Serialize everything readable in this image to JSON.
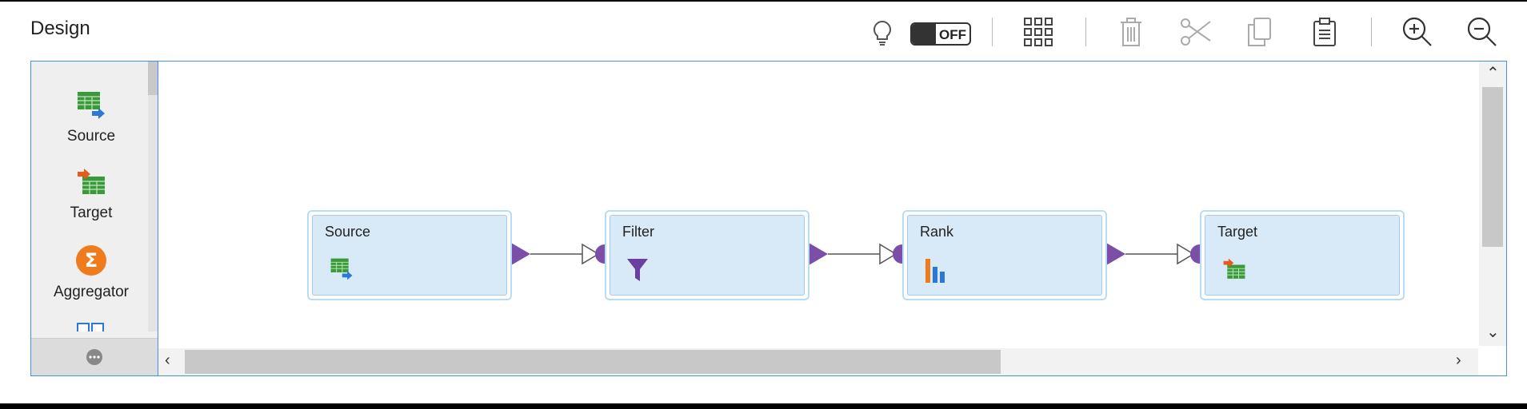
{
  "header": {
    "title": "Design"
  },
  "toolbar": {
    "toggle_label": "OFF",
    "icons": [
      "lightbulb-icon",
      "toggle",
      "grid-icon",
      "trash-icon",
      "scissors-icon",
      "copy-icon",
      "clipboard-icon",
      "zoom-in-icon",
      "zoom-out-icon"
    ]
  },
  "palette": {
    "items": [
      {
        "label": "Source",
        "icon": "source-table-icon"
      },
      {
        "label": "Target",
        "icon": "target-table-icon"
      },
      {
        "label": "Aggregator",
        "icon": "sigma-icon"
      }
    ],
    "more_icon": "ellipsis-icon"
  },
  "canvas": {
    "nodes": [
      {
        "title": "Source",
        "icon": "source-table-icon"
      },
      {
        "title": "Filter",
        "icon": "funnel-icon"
      },
      {
        "title": "Rank",
        "icon": "bar-chart-icon"
      },
      {
        "title": "Target",
        "icon": "target-table-icon"
      }
    ]
  },
  "colors": {
    "accent": "#4a90e2",
    "port": "#7b4fa8",
    "node_bg": "#d8eaf8",
    "sigma": "#f07b1d"
  }
}
